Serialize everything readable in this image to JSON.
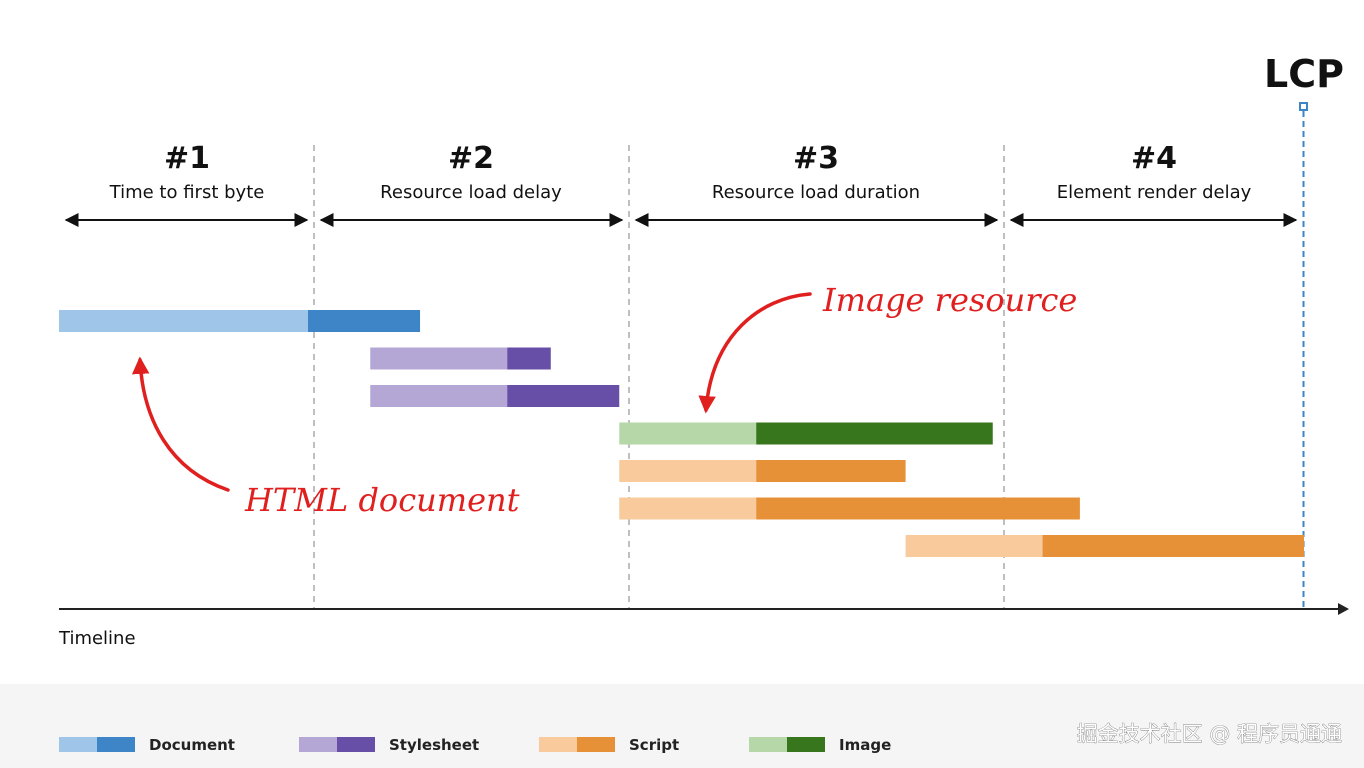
{
  "lcp_label": "LCP",
  "timeline_label": "Timeline",
  "phases": [
    {
      "number": "#1",
      "label": "Time to first byte"
    },
    {
      "number": "#2",
      "label": "Resource load delay"
    },
    {
      "number": "#3",
      "label": "Resource load duration"
    },
    {
      "number": "#4",
      "label": "Element render delay"
    }
  ],
  "annotations": {
    "image": "Image resource",
    "html": "HTML document"
  },
  "legend": [
    {
      "label": "Document",
      "light": "#9fc5e8",
      "dark": "#3d85c6"
    },
    {
      "label": "Stylesheet",
      "light": "#b4a7d6",
      "dark": "#674ea7"
    },
    {
      "label": "Script",
      "light": "#f9cb9c",
      "dark": "#e69138"
    },
    {
      "label": "Image",
      "light": "#b6d7a8",
      "dark": "#38761d"
    }
  ],
  "resources": [
    {
      "type": "Document",
      "start": 0.0,
      "split": 0.2,
      "end": 0.29
    },
    {
      "type": "Stylesheet",
      "start": 0.25,
      "split": 0.36,
      "end": 0.395
    },
    {
      "type": "Stylesheet",
      "start": 0.25,
      "split": 0.36,
      "end": 0.45
    },
    {
      "type": "Image",
      "start": 0.45,
      "split": 0.56,
      "end": 0.75
    },
    {
      "type": "Script",
      "start": 0.45,
      "split": 0.56,
      "end": 0.68
    },
    {
      "type": "Script",
      "start": 0.45,
      "split": 0.56,
      "end": 0.82
    },
    {
      "type": "Script",
      "start": 0.68,
      "split": 0.79,
      "end": 1.0
    }
  ],
  "phase_boundaries": [
    0.2,
    0.45,
    0.75
  ],
  "lcp_time": 1.0,
  "colors": {
    "accent_red": "#e0201f",
    "lcp_line": "#3d85c6",
    "legend_bg": "#f5f5f5"
  },
  "watermark": "掘金技术社区 @ 程序员通通"
}
